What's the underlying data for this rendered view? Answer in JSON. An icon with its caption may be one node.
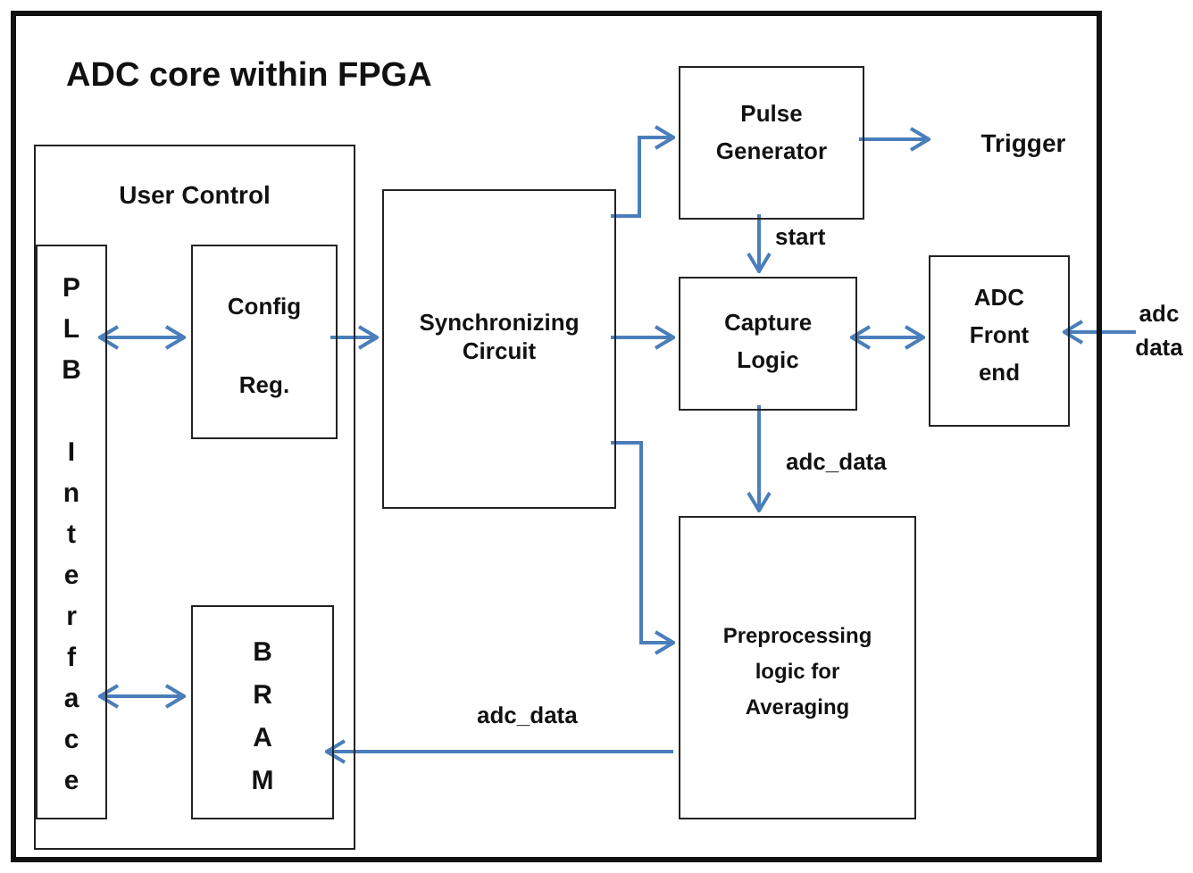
{
  "diagram": {
    "nodes": [
      {
        "text": [
          "ADC core within FPGA"
        ]
      },
      {
        "text": [
          "User Control"
        ],
        "in": 0
      },
      {
        "text": [
          "PLB Interface"
        ],
        "in": 1
      },
      {
        "text": [
          "Config Reg."
        ],
        "in": 1
      },
      {
        "text": [
          "BRAM"
        ],
        "in": 1
      },
      {
        "text": [
          "Synchronizing Circuit"
        ],
        "in": 0
      },
      {
        "text": [
          "Pulse Generator"
        ],
        "in": 0
      },
      {
        "text": [
          "Trigger"
        ],
        "in": 0
      },
      {
        "text": [
          "Capture Logic"
        ],
        "in": 0
      },
      {
        "text": [
          "ADC Front end"
        ],
        "in": 0
      },
      {
        "text": [
          "adc data"
        ]
      },
      {
        "text": [
          "Preprocessing logic for Averaging"
        ],
        "in": 0
      }
    ],
    "edges": [
      {
        "from": 2,
        "to": 3,
        "arrow": "both"
      },
      {
        "from": 3,
        "to": 5,
        "arrow": "to"
      },
      {
        "from": 5,
        "to": 6,
        "arrow": "to"
      },
      {
        "from": 6,
        "to": 7,
        "arrow": "to"
      },
      {
        "from": 6,
        "to": 8,
        "label": "start",
        "arrow": "to"
      },
      {
        "from": 5,
        "to": 8,
        "arrow": "to"
      },
      {
        "from": 8,
        "to": 9,
        "arrow": "both"
      },
      {
        "from": 10,
        "to": 9,
        "arrow": "to"
      },
      {
        "from": 8,
        "to": 11,
        "label": "adc_data",
        "arrow": "to"
      },
      {
        "from": 5,
        "to": 11,
        "arrow": "to"
      },
      {
        "from": 2,
        "to": 4,
        "arrow": "both"
      },
      {
        "from": 11,
        "to": 4,
        "label": "adc_data",
        "arrow": "to"
      }
    ]
  }
}
